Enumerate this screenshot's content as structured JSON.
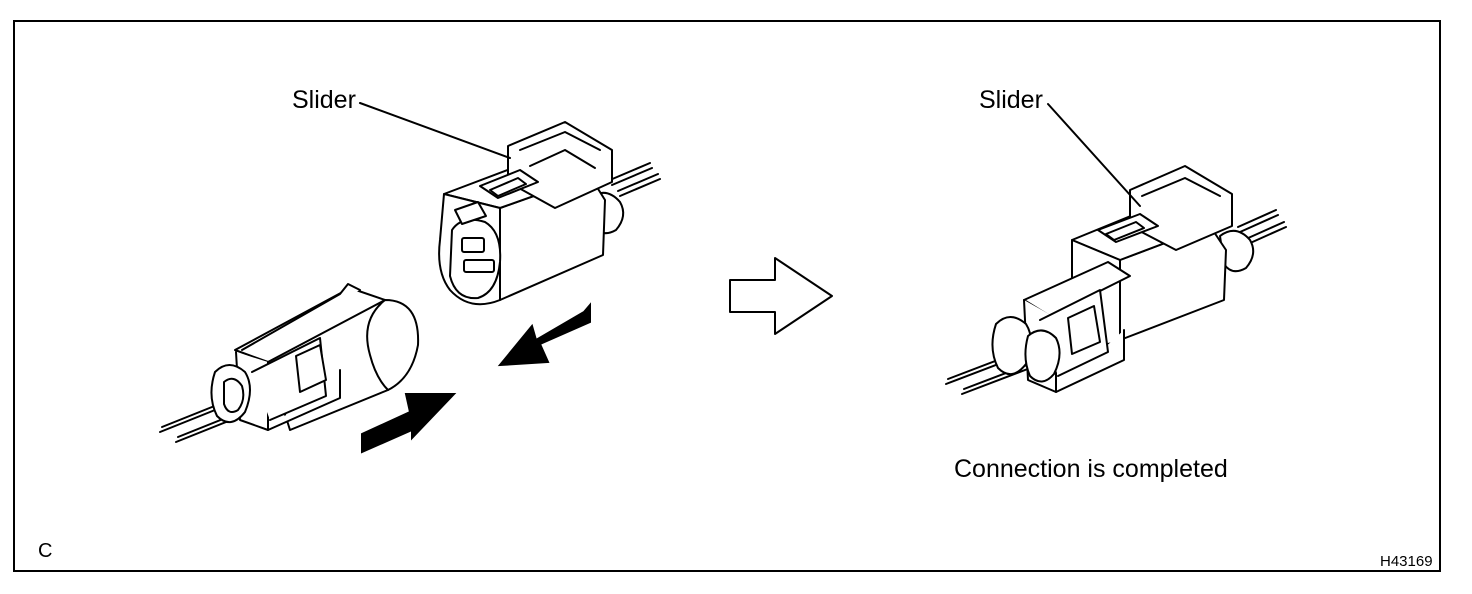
{
  "labels": {
    "slider_left": "Slider",
    "slider_right": "Slider",
    "connection_caption": "Connection is completed",
    "corner_letter": "C",
    "figure_code": "H43169"
  },
  "icons": {
    "insert_arrow_upper": "arrow-left-black",
    "insert_arrow_lower": "arrow-right-black",
    "result_arrow": "arrow-right-outline"
  },
  "colors": {
    "line": "#000000",
    "fill": "#ffffff",
    "arrow_fill": "#000000"
  }
}
